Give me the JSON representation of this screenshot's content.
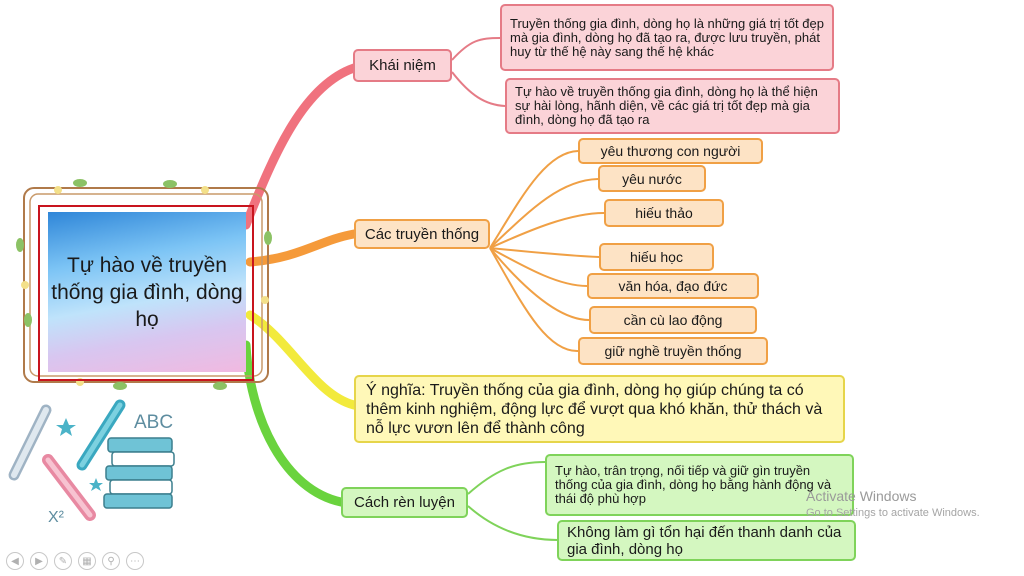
{
  "central": {
    "title": "Tự hào về truyền thống gia đình, dòng họ"
  },
  "branches": {
    "khai_niem": {
      "label": "Khái niệm",
      "color": "#e57b86",
      "items": [
        "Truyền thống gia đình, dòng họ là những giá trị tốt đẹp mà gia đình, dòng họ đã tạo ra, được lưu truyền, phát huy từ thế hệ này sang thế hệ khác",
        "Tự hào về truyền thống gia đình, dòng họ là thể hiện sự hài lòng, hãnh diện, về các giá trị tốt đẹp mà gia đình, dòng họ đã tạo ra"
      ]
    },
    "truyen_thong": {
      "label": "Các truyền thống",
      "color": "#f0a045",
      "items": [
        "yêu thương con người",
        "yêu nước",
        "hiếu thảo",
        "hiếu học",
        "văn hóa, đạo đức",
        "cần cù lao động",
        "giữ nghề truyền thống"
      ]
    },
    "y_nghia": {
      "label": "Ý nghĩa: Truyền thống của gia đình, dòng họ giúp chúng ta có thêm kinh nghiệm, động lực để vượt qua khó khăn, thử thách và nỗ lực vươn lên để thành công",
      "color": "#e6d54a"
    },
    "ren_luyen": {
      "label": "Cách rèn luyện",
      "color": "#7fd35a",
      "items": [
        "Tự hào, trân trọng, nối tiếp và giữ gìn truyền thống của gia đình, dòng họ bằng hành động và thái độ phù hợp",
        "Không làm gì tổn hại đến thanh danh của gia đình, dòng họ"
      ]
    }
  },
  "decorations": {
    "abc_text": "ABC",
    "x2_text": "X²"
  },
  "watermark": {
    "title": "Activate Windows",
    "subtitle": "Go to Settings to activate Windows."
  }
}
